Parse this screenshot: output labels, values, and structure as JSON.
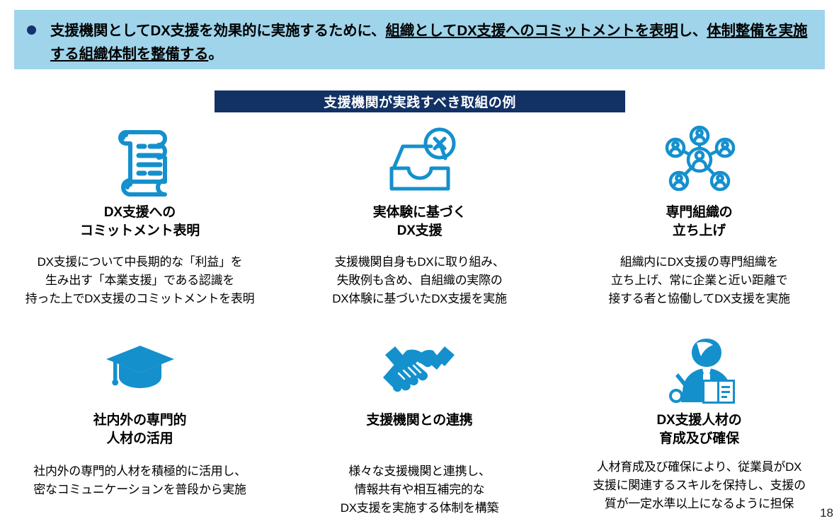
{
  "banner": {
    "bullet": "bullet-dot",
    "lead_1": "支援機関としてDX支援を効果的に実施するために、",
    "em_1": "組織としてDX支援へのコミットメントを",
    "em_2": "表明",
    "mid": "し、",
    "em_3": "体制整備を実施する組織体制を整備する",
    "tail": "。",
    "bg_color": "#9fd4ea",
    "bullet_color": "#15326e"
  },
  "section": {
    "title": "支援機関が実践すべき取組の例",
    "bg_color": "#123164",
    "text_color": "#ffffff"
  },
  "accent_color": "#1490cd",
  "cards": [
    {
      "icon": "scroll-document-icon",
      "title": "DX支援への\nコミットメント表明",
      "body": "DX支援について中長期的な「利益」を\n生み出す「本業支援」である認識を\n持った上でDX支援のコミットメントを表明"
    },
    {
      "icon": "inbox-error-icon",
      "title": "実体験に基づく\nDX支援",
      "body": "支援機関自身もDXに取り組み、\n失敗例も含め、自組織の実際の\nDX体験に基づいたDX支援を実施"
    },
    {
      "icon": "people-network-icon",
      "title": "専門組織の\n立ち上げ",
      "body": "組織内にDX支援の専門組織を\n立ち上げ、常に企業と近い距離で\n接する者と協働してDX支援を実施"
    },
    {
      "icon": "graduation-cap-icon",
      "title": "社内外の専門的\n人材の活用",
      "body": "社内外の専門的人材を積極的に活用し、\n密なコミュニケーションを普段から実施"
    },
    {
      "icon": "handshake-icon",
      "title": "支援機関との連携",
      "body": "様々な支援機関と連携し、\n情報共有や相互補完的な\nDX支援を実施する体制を構築"
    },
    {
      "icon": "instructor-book-icon",
      "title": "DX支援人材の\n育成及び確保",
      "body": "人材育成及び確保により、従業員がDX\n支援に関連するスキルを保持し、支援の\n質が一定水準以上になるように担保"
    }
  ],
  "page_number": "18"
}
